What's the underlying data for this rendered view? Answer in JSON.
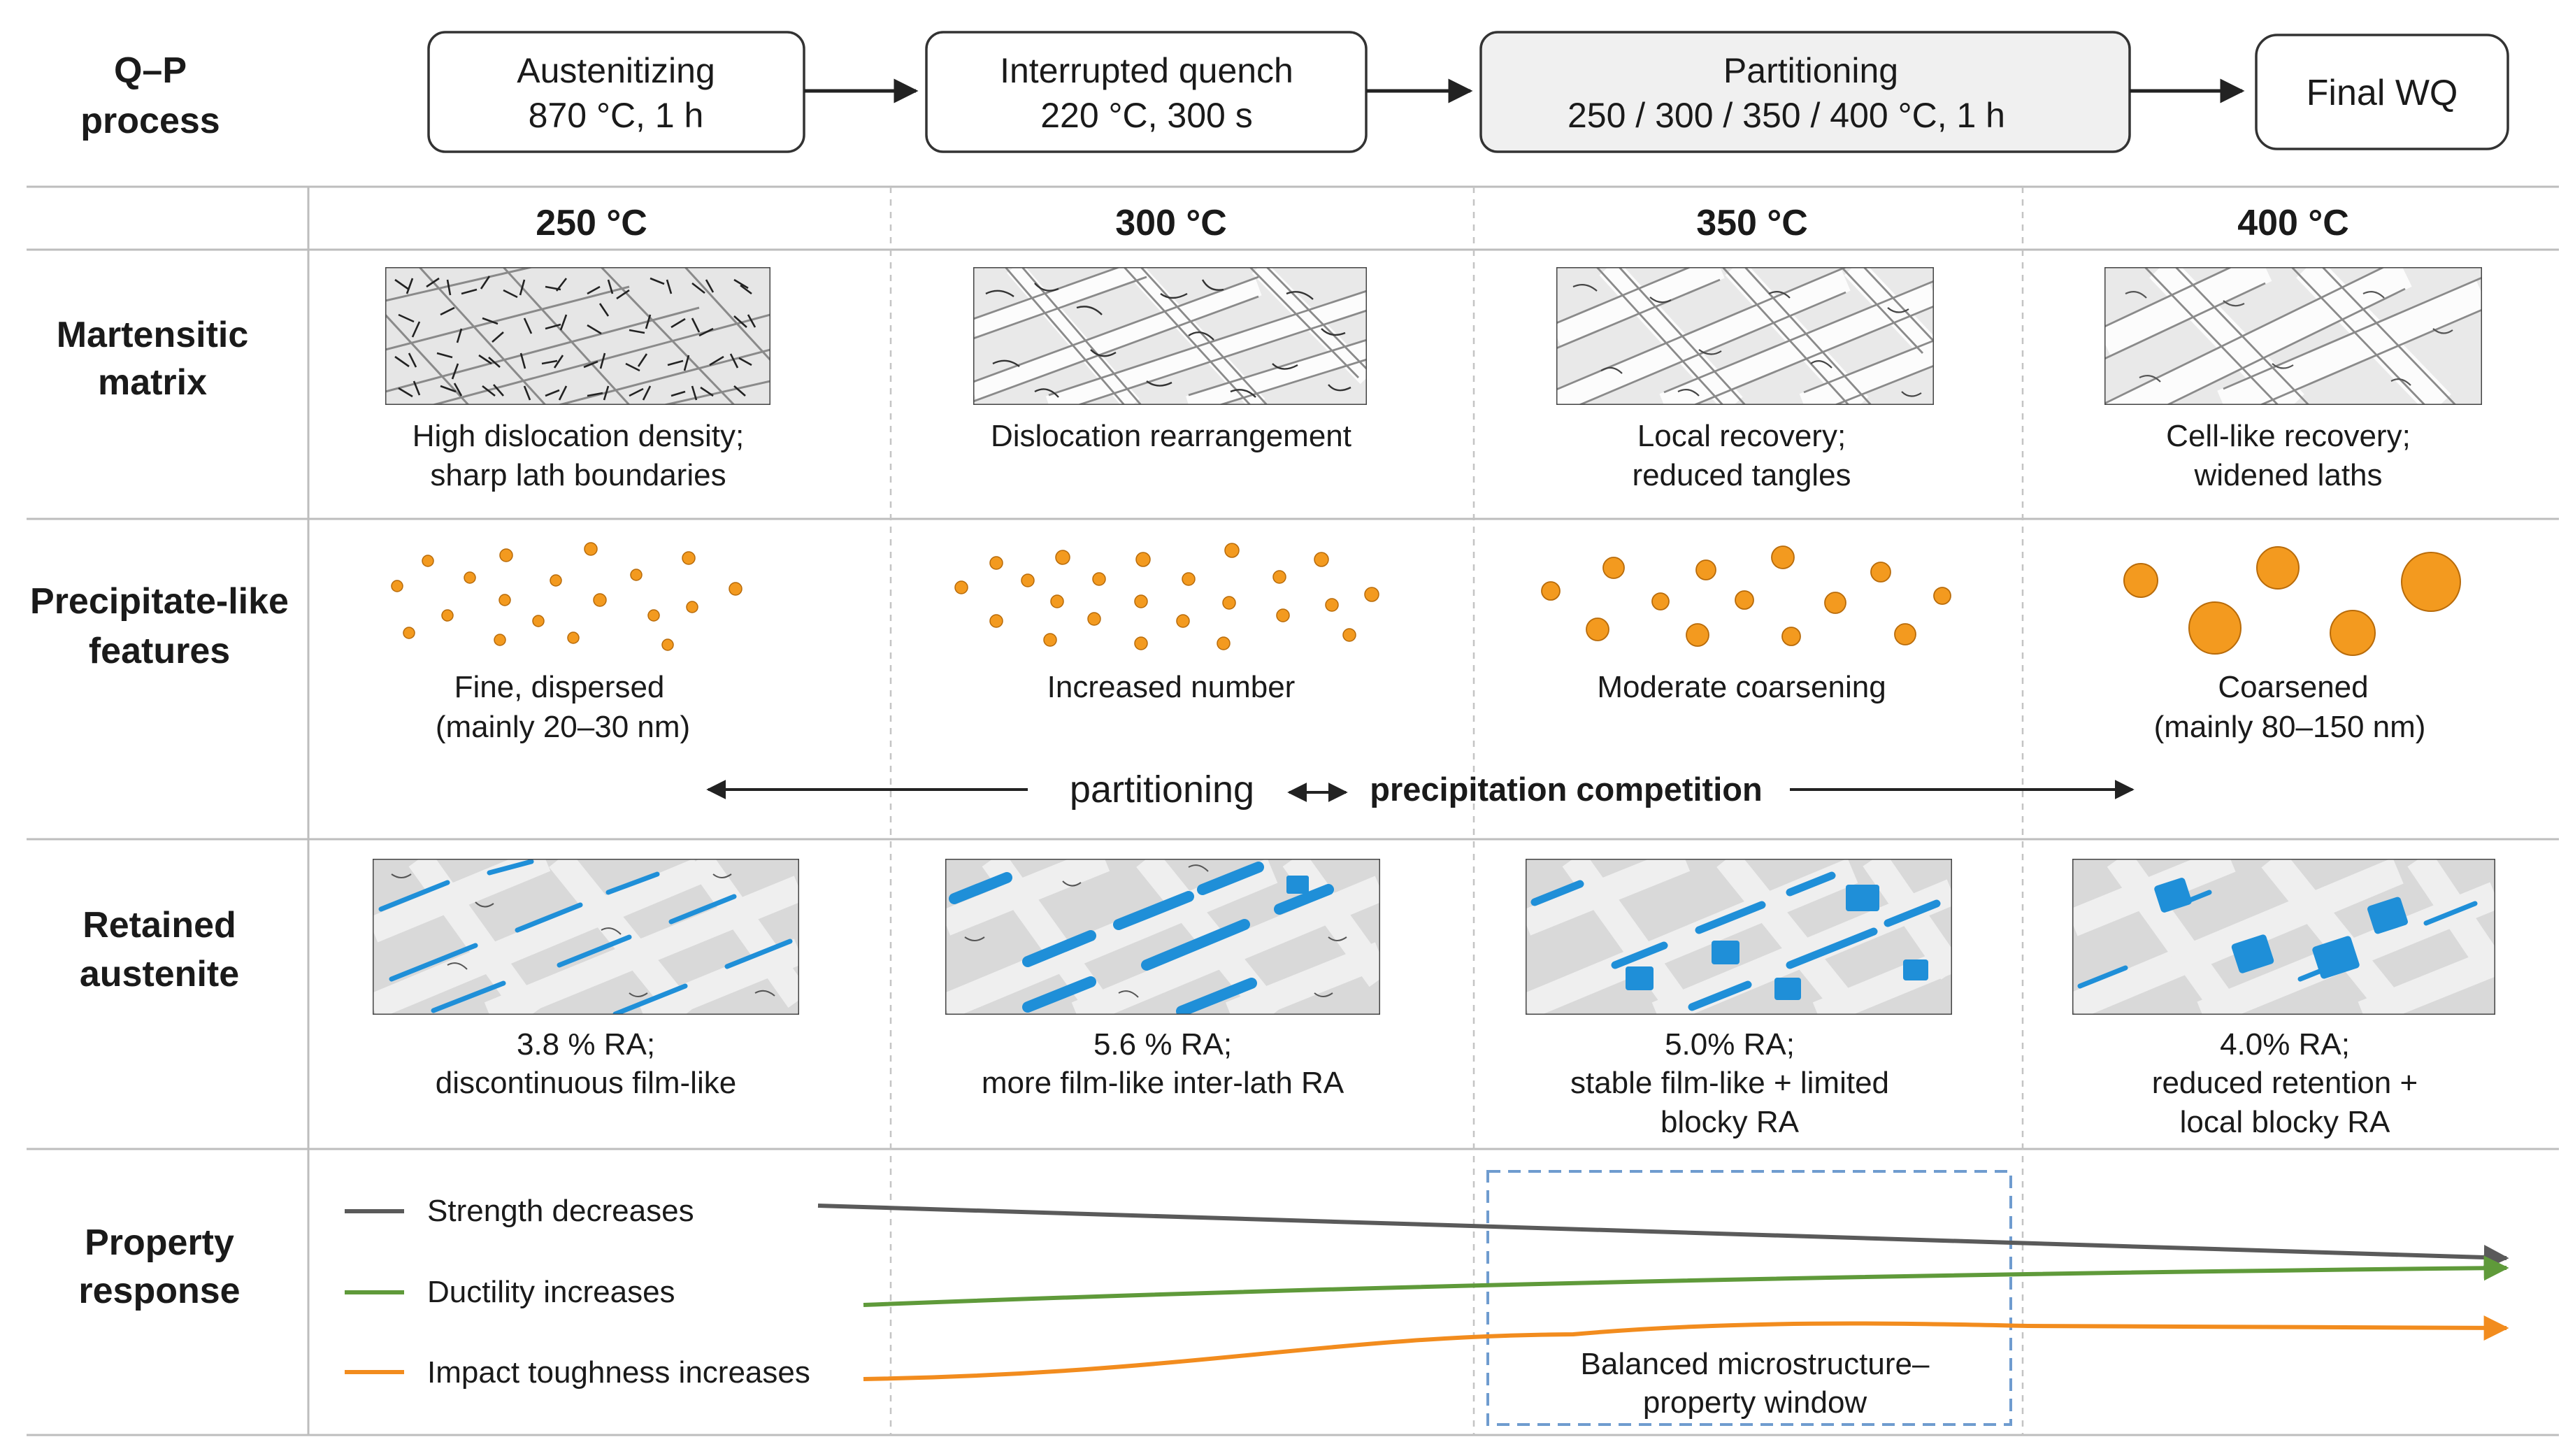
{
  "process": {
    "label_line1": "Q–P",
    "label_line2": "process",
    "steps": [
      {
        "line1": "Austenitizing",
        "line2": "870 °C, 1 h"
      },
      {
        "line1": "Interrupted quench",
        "line2": "220 °C, 300 s"
      },
      {
        "line1": "Partitioning",
        "line2": "250 / 300 / 350 / 400 °C, 1 h"
      },
      {
        "line1": "Final WQ",
        "line2": ""
      }
    ]
  },
  "temperatures": [
    "250 °C",
    "300 °C",
    "350 °C",
    "400 °C"
  ],
  "rows": {
    "martensite": {
      "label_line1": "Martensitic",
      "label_line2": "matrix",
      "captions": [
        [
          "High dislocation density;",
          "sharp lath boundaries"
        ],
        [
          "Dislocation rearrangement",
          ""
        ],
        [
          "Local recovery;",
          "reduced tangles"
        ],
        [
          "Cell-like recovery;",
          "widened laths"
        ]
      ]
    },
    "precipitates": {
      "label_line1": "Precipitate-like",
      "label_line2": "features",
      "captions": [
        [
          "Fine, dispersed",
          "(mainly 20–30 nm)"
        ],
        [
          "Increased number",
          ""
        ],
        [
          "Moderate coarsening",
          ""
        ],
        [
          "Coarsened",
          "(mainly 80–150 nm)"
        ]
      ],
      "arrow_label_left": "partitioning",
      "arrow_label_right": "precipitation competition"
    },
    "austenite": {
      "label_line1": "Retained",
      "label_line2": "austenite",
      "ra_percent": [
        3.8,
        5.6,
        5.0,
        4.0
      ],
      "captions": [
        [
          "3.8 % RA;",
          "discontinuous film-like",
          ""
        ],
        [
          "5.6 % RA;",
          "more film-like inter-lath RA",
          ""
        ],
        [
          "5.0% RA;",
          "stable film-like + limited",
          "blocky RA"
        ],
        [
          "4.0% RA;",
          "reduced retention +",
          "local blocky RA"
        ]
      ]
    },
    "property": {
      "label_line1": "Property",
      "label_line2": "response",
      "legend": [
        {
          "label": "Strength decreases",
          "color": "#5a5a5a"
        },
        {
          "label": "Ductility increases",
          "color": "#5f9a3a"
        },
        {
          "label": "Impact toughness increases",
          "color": "#f28c1e"
        }
      ],
      "window_line1": "Balanced microstructure–",
      "window_line2": "property window"
    }
  },
  "colors": {
    "precipitate": "#f39a1f",
    "retained_austenite": "#1f8fd8",
    "window_border": "#6f9ccf",
    "highlight_box": "#f0f0f0"
  }
}
